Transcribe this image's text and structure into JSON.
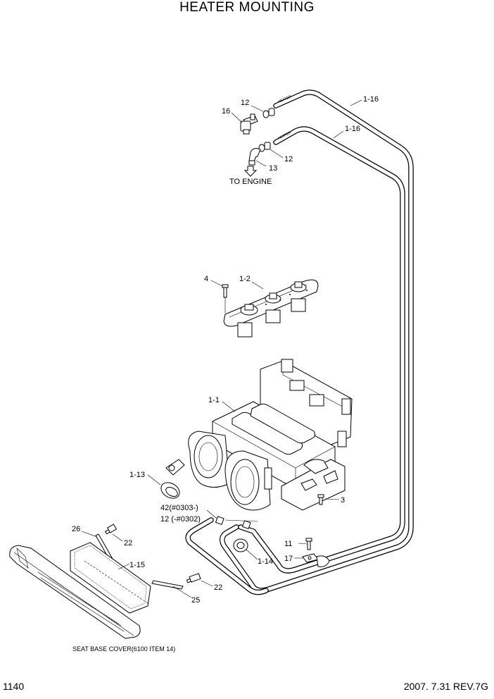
{
  "title": "HEATER MOUNTING",
  "labels": {
    "l_12_top": "12",
    "l_16": "16",
    "l_1_16_a": "1-16",
    "l_1_16_b": "1-16",
    "l_12_mid": "12",
    "l_13": "13",
    "to_engine": "TO ENGINE",
    "l_4": "4",
    "l_1_2": "1-2",
    "l_1_1": "1-1",
    "l_1_13": "1-13",
    "l_3": "3",
    "l_42": "42(#0303-)",
    "l_12_low": "12 (-#0302)",
    "l_26": "26",
    "l_22_a": "22",
    "l_1_15": "1-15",
    "l_11": "11",
    "l_17": "17",
    "l_1_14": "1-14",
    "l_22_b": "22",
    "l_25": "25",
    "hose_tag_a": "HEATER",
    "hose_tag_b": "HEATER",
    "seat_base_cover": "SEAT BASE COVER(6100 ITEM 14)"
  },
  "footer": {
    "page_number": "1140",
    "revision": "2007. 7.31  REV.7G"
  }
}
